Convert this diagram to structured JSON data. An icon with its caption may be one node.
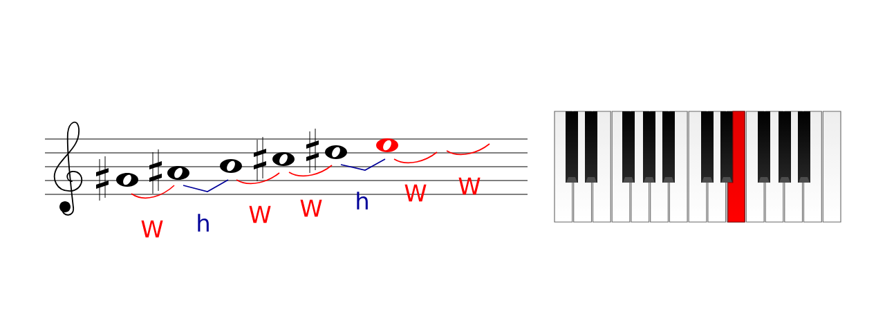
{
  "diagram": {
    "labels": [
      "W",
      "h",
      "W",
      "W",
      "h",
      "W",
      "W"
    ]
  }
}
